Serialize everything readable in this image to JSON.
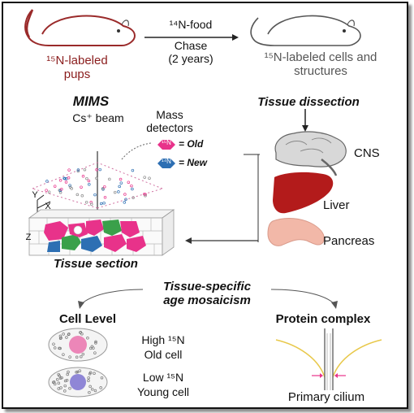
{
  "top": {
    "pups_label": "¹⁵N-labeled pups",
    "chase_food": "¹⁴N-food",
    "chase_label": "Chase",
    "chase_duration": "(2 years)",
    "result_label": "¹⁵N-labeled cells and structures"
  },
  "mims": {
    "title": "MIMS",
    "beam_label": "Cs⁺ beam",
    "detectors_label": "Mass detectors",
    "old_isotope": "¹⁵N",
    "old_label": "= Old",
    "new_isotope": "¹⁴N",
    "new_label": "= New",
    "axis_y": "Y",
    "axis_x": "X",
    "axis_z": "Z",
    "section_label": "Tissue section"
  },
  "dissection": {
    "title": "Tissue dissection",
    "organs": [
      "CNS",
      "Liver",
      "Pancreas"
    ]
  },
  "mosaic": {
    "title_line1": "Tissue-specific",
    "title_line2": "age mosaicism"
  },
  "cell_level": {
    "title": "Cell Level",
    "old_line1": "High ¹⁵N",
    "old_line2": "Old cell",
    "young_line1": "Low ¹⁵N",
    "young_line2": "Young cell"
  },
  "protein_complex": {
    "title": "Protein complex",
    "caption": "Primary cilium"
  },
  "colors": {
    "old": "#e8328a",
    "new": "#2d6fb3",
    "green": "#3aa04a",
    "liver": "#b31b1b",
    "pancreas": "#f2b8a8",
    "old_cell_nucleus": "#ec86b8",
    "young_cell_nucleus": "#8f86d6"
  }
}
